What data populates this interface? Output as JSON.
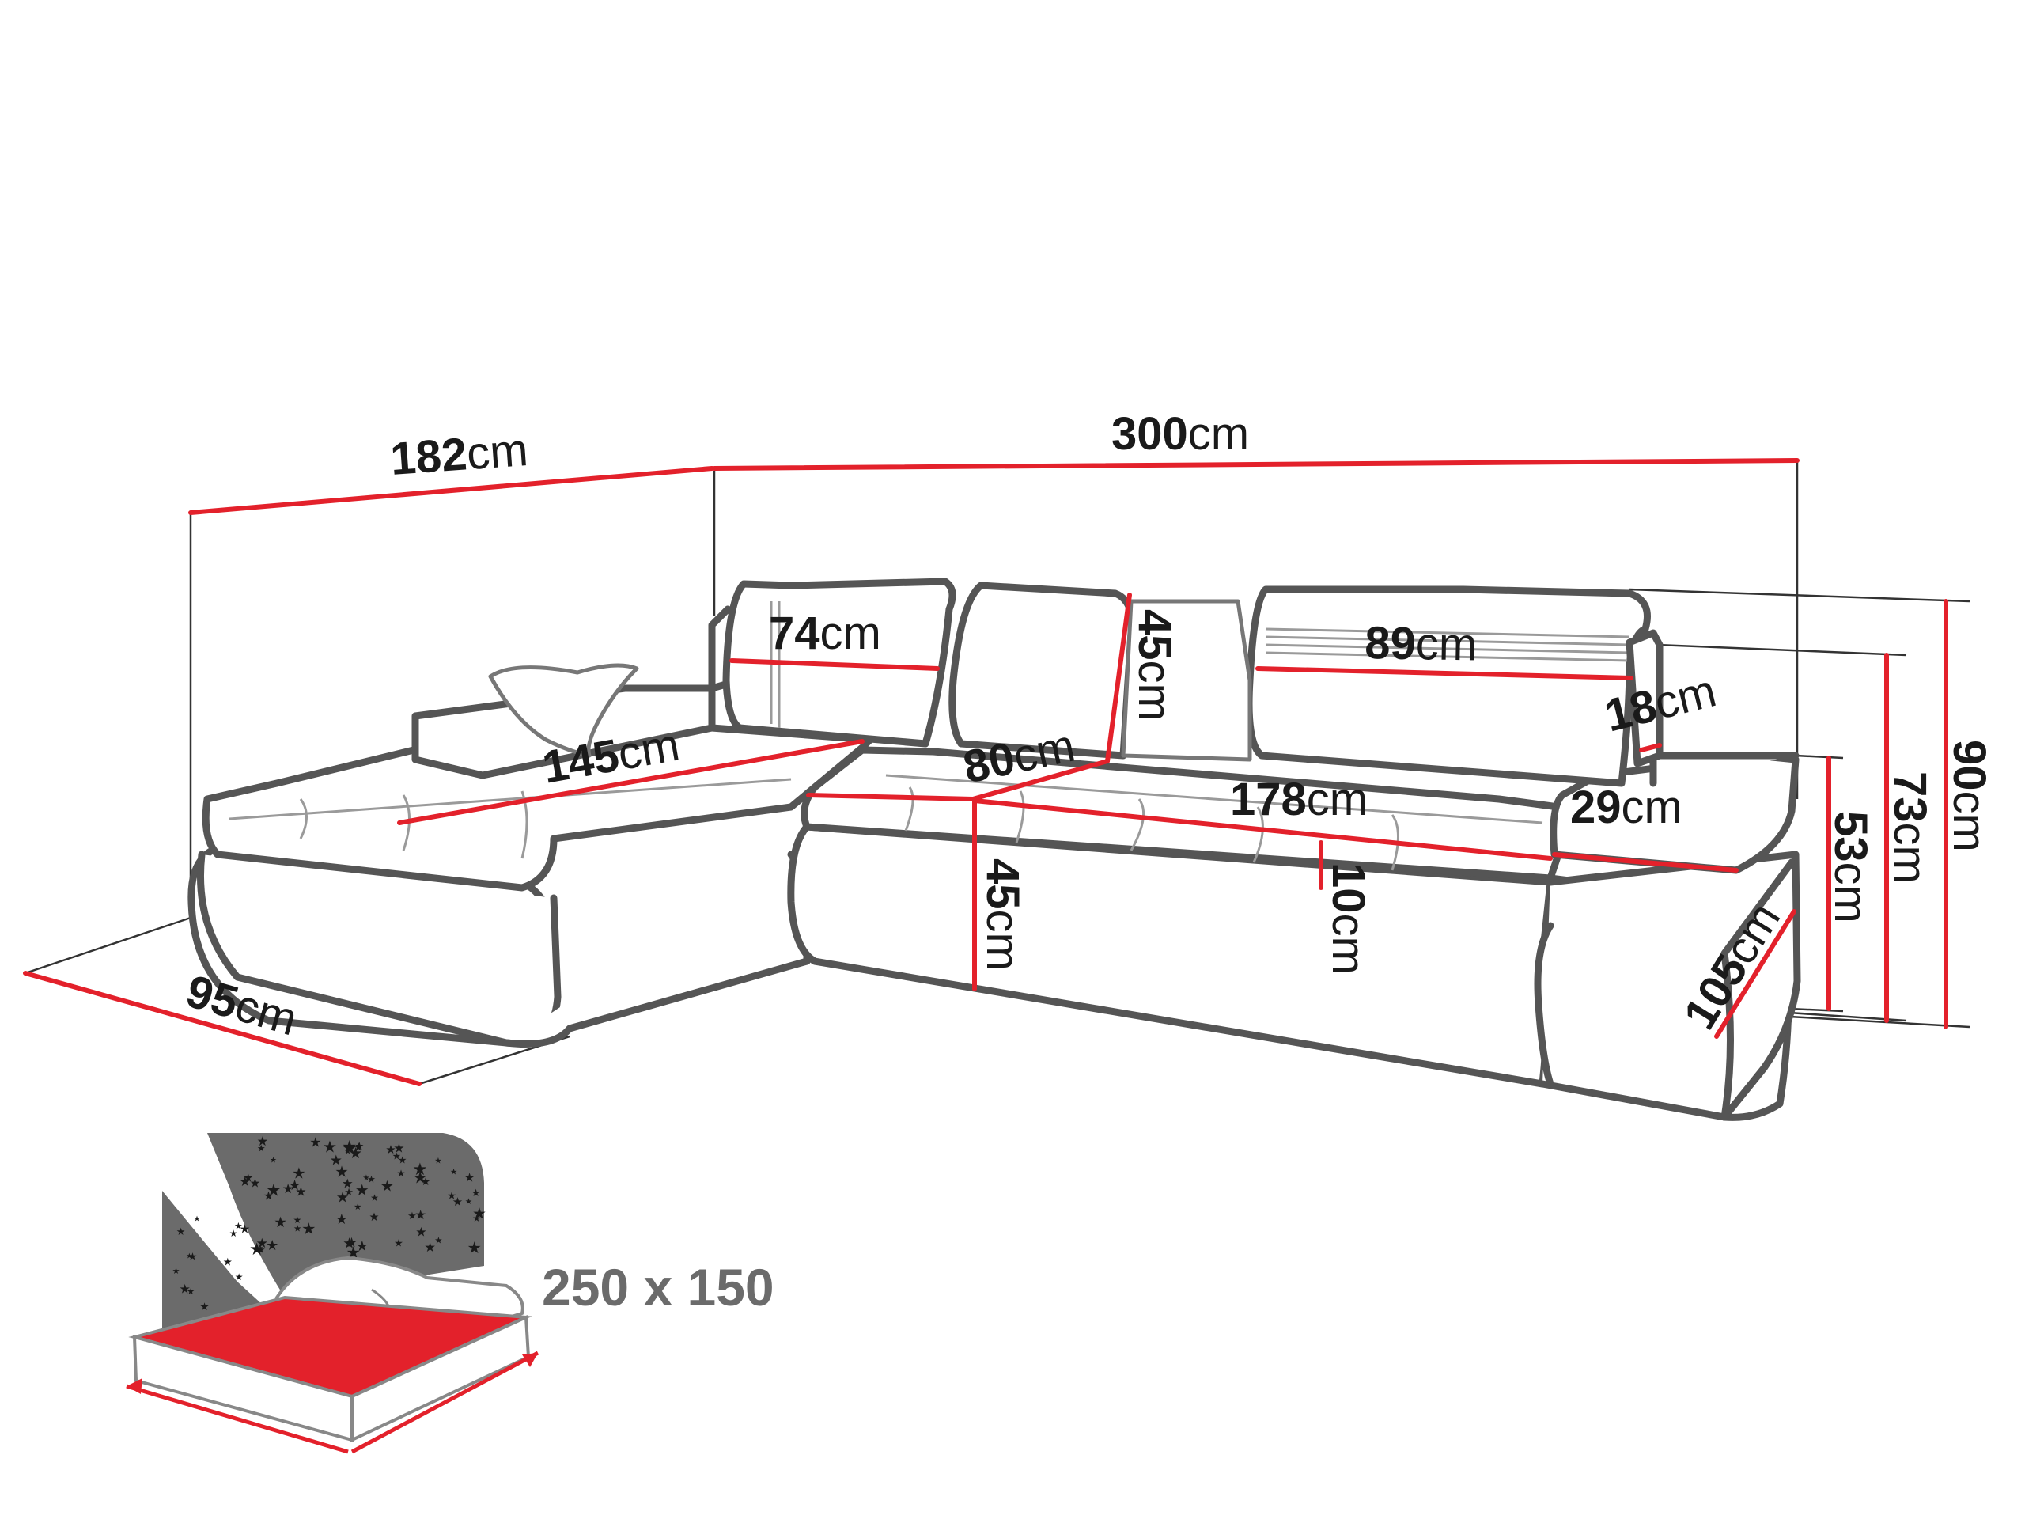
{
  "colors": {
    "dimension": "#e3212b",
    "outline": "#555555",
    "text": "#1a1a1a",
    "sky": "#6b6b6b",
    "mattress": "#e3212b"
  },
  "unit": "cm",
  "dimensions": {
    "chaise_length": "182",
    "total_width": "300",
    "chaise_depth": "95",
    "headrest_left_width": "74",
    "headrest_height": "45",
    "headrest_right_width": "89",
    "headrest_depth": "18",
    "chaise_seat_length": "145",
    "seat_depth": "80",
    "seat_width": "178",
    "seat_height": "45",
    "seat_cushion_thickness": "10",
    "armrest_width": "29",
    "side_depth": "105",
    "armrest_height": "53",
    "backrest_height": "73",
    "max_height": "90"
  },
  "bed_size": "250 x 150",
  "icons": {
    "bed_function": "bed-with-stars-icon"
  }
}
